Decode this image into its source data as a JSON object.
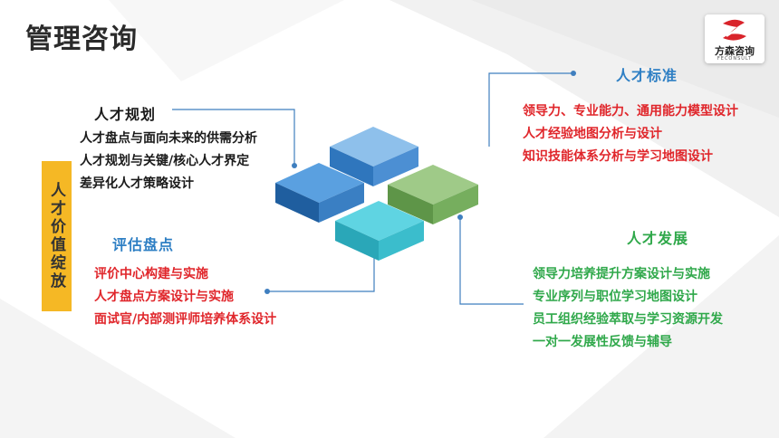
{
  "title": "管理咨询",
  "logo": {
    "name": "方森咨询",
    "sub": "FECONSULT"
  },
  "side_label": "人才价值绽放",
  "sections": {
    "planning": {
      "heading": "人才规划",
      "items": [
        "人才盘点与面向未来的供需分析",
        "人才规划与关键/核心人才界定",
        "差异化人才策略设计"
      ]
    },
    "standards": {
      "heading": "人才标准",
      "items": [
        "领导力、专业能力、通用能力模型设计",
        "人才经验地图分析与设计",
        "知识技能体系分析与学习地图设计"
      ]
    },
    "assessment": {
      "heading": "评估盘点",
      "items": [
        "评价中心构建与实施",
        "人才盘点方案设计与实施",
        "面试官/内部测评师培养体系设计"
      ]
    },
    "development": {
      "heading": "人才发展",
      "items": [
        "领导力培养提升方案设计与实施",
        "专业序列与职位学习地图设计",
        "员工组织经验萃取与学习资源开发",
        "一对一发展性反馈与辅导"
      ]
    }
  },
  "colors": {
    "tile_top": "#5aa0e0",
    "tile_left": "#2f76bd",
    "tile_right": "#88b9e2",
    "tile_green": "#7fb566",
    "tile_cyan": "#45c7d6",
    "connector": "#3f7fbf",
    "red_text": "#e0262b",
    "green_text": "#2fa84a",
    "accent_yellow": "#f5b825"
  }
}
